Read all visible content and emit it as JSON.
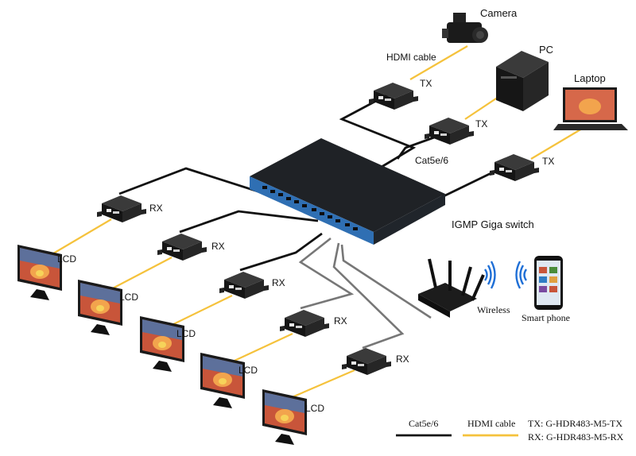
{
  "labels": {
    "camera": "Camera",
    "pc": "PC",
    "laptop": "Laptop",
    "hdmi_cable": "HDMI cable",
    "tx": "TX",
    "rx": "RX",
    "lcd": "LCD",
    "cat": "Cat5e/6",
    "switch": "IGMP Giga switch",
    "wireless": "Wireless",
    "smart_phone": "Smart phone"
  },
  "legend": {
    "cat_label": "Cat5e/6",
    "hdmi_label": "HDMI cable",
    "tx_model": "TX: G-HDR483-M5-TX",
    "rx_model": "RX: G-HDR483-M5-RX"
  },
  "colors": {
    "cat_cable": "#111111",
    "hdmi_cable": "#f5c23c",
    "switch_front": "#2f6fb3",
    "wifi": "#1f6fd6"
  }
}
